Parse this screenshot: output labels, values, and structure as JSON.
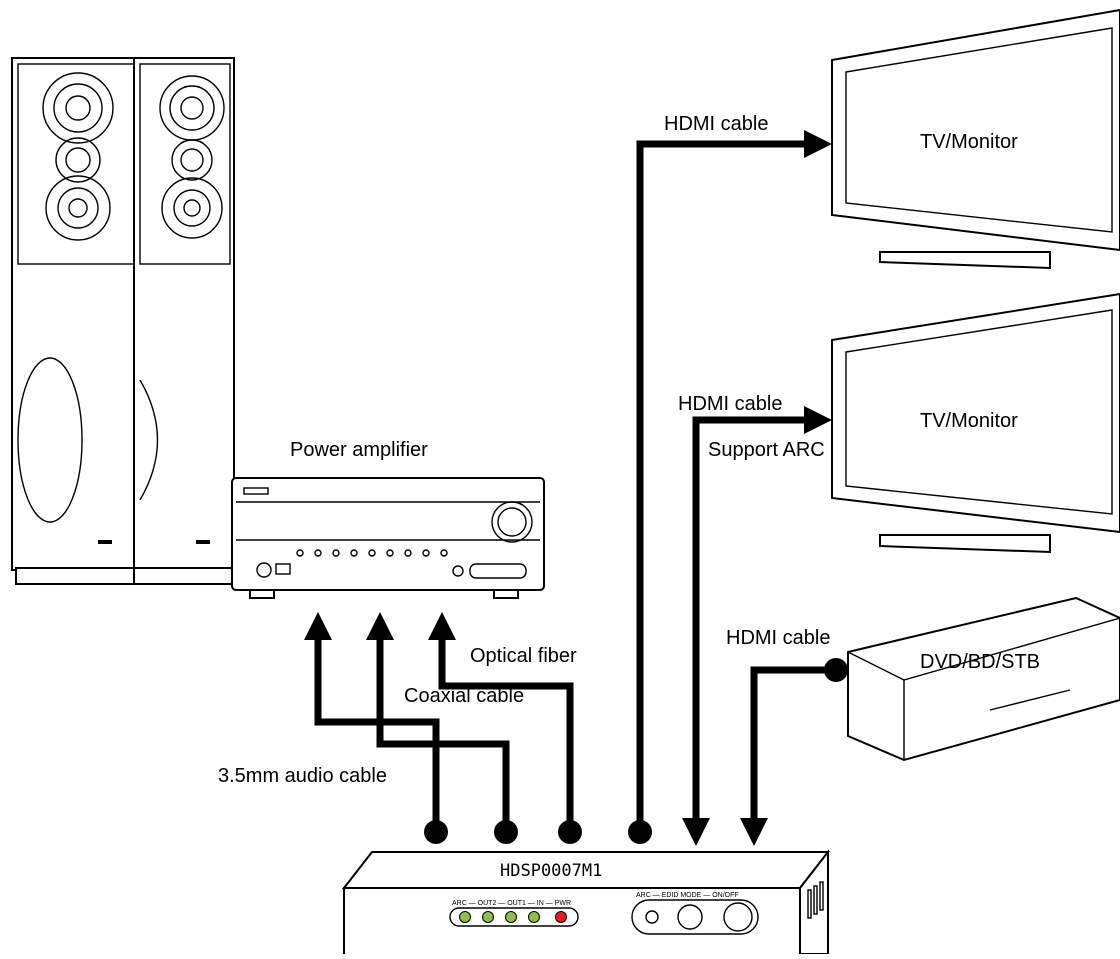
{
  "labels": {
    "speaker_amp": "Power amplifier",
    "tv_top": "TV/Monitor",
    "tv_middle": "TV/Monitor",
    "player": "DVD/BD/STB",
    "hdmi_out1": "HDMI cable",
    "hdmi_out2": "HDMI cable",
    "arc_support": "Support ARC",
    "hdmi_in": "HDMI cable",
    "optical": "Optical fiber",
    "coaxial": "Coaxial cable",
    "audio_35": "3.5mm audio cable",
    "device_model": "HDSP0007M1",
    "front_left_panel": "ARC — OUT2 — OUT1 — IN — PWR",
    "front_right_panel": "ARC — EDID MODE — ON/OFF"
  },
  "colors": {
    "line": "#000000",
    "led_green": "#8fbf4a",
    "led_red": "#e81e1e",
    "background": "#ffffff"
  },
  "icons": [
    "speaker-icon",
    "amplifier-icon",
    "tv-monitor-icon",
    "dvd-player-icon",
    "splitter-device-icon"
  ]
}
